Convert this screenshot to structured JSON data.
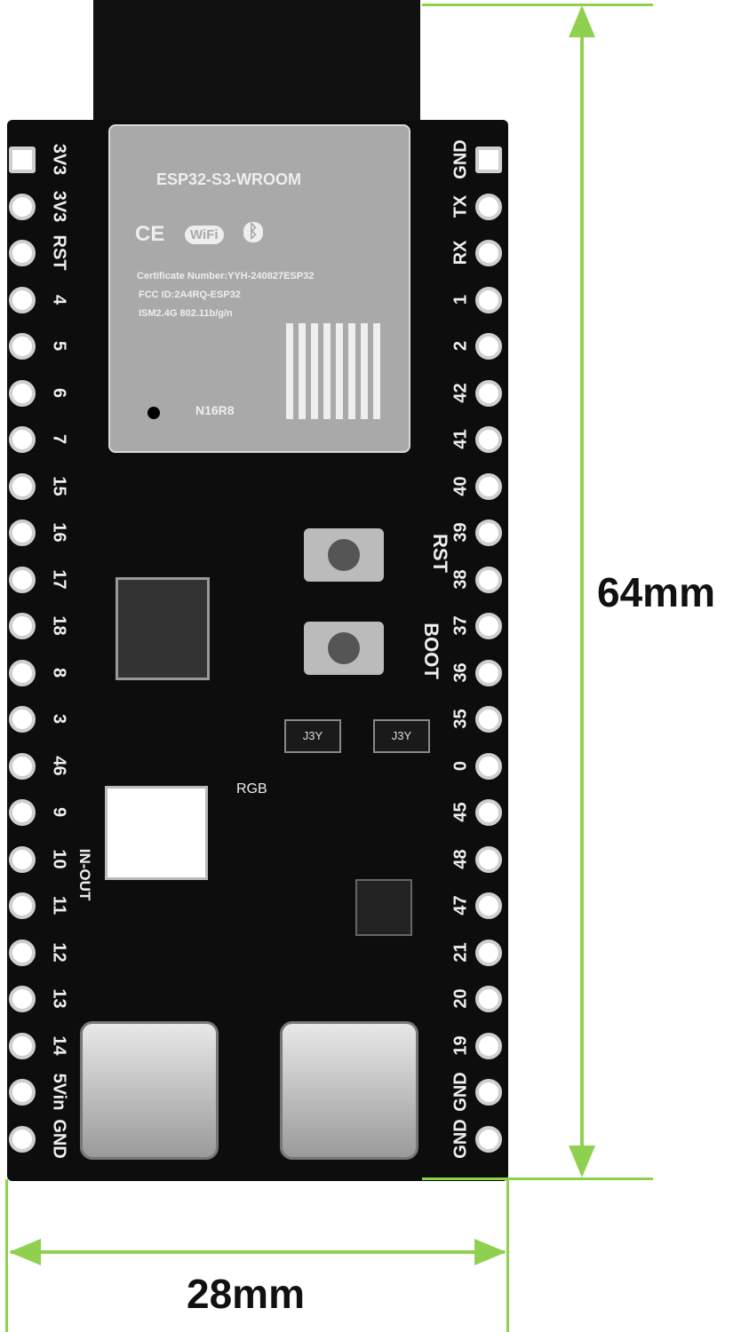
{
  "module": {
    "name": "ESP32-S3-WROOM",
    "cert": "Certificate Number:YYH-240827ESP32",
    "fcc": "FCC ID:2A4RQ-ESP32",
    "ism": "ISM2.4G  802.11b/g/n",
    "variant": "N16R8",
    "ce": "CE",
    "wifi": "WiFi",
    "bluetooth": "ᛒ"
  },
  "board_labels": {
    "rst": "RST",
    "boot": "BOOT",
    "rgb": "RGB",
    "in_out": "IN-OUT",
    "chip": "J3Y"
  },
  "left_pins": [
    "3V3",
    "3V3",
    "RST",
    "4",
    "5",
    "6",
    "7",
    "15",
    "16",
    "17",
    "18",
    "8",
    "3",
    "46",
    "9",
    "10",
    "11",
    "12",
    "13",
    "14",
    "5Vin",
    "GND"
  ],
  "right_pins": [
    "GND",
    "TX",
    "RX",
    "1",
    "2",
    "42",
    "41",
    "40",
    "39",
    "38",
    "37",
    "36",
    "35",
    "0",
    "45",
    "48",
    "47",
    "21",
    "20",
    "19",
    "GND",
    "GND"
  ],
  "dimensions": {
    "height": "64mm",
    "width": "28mm"
  },
  "colors": {
    "dimension": "#8fd14f"
  }
}
